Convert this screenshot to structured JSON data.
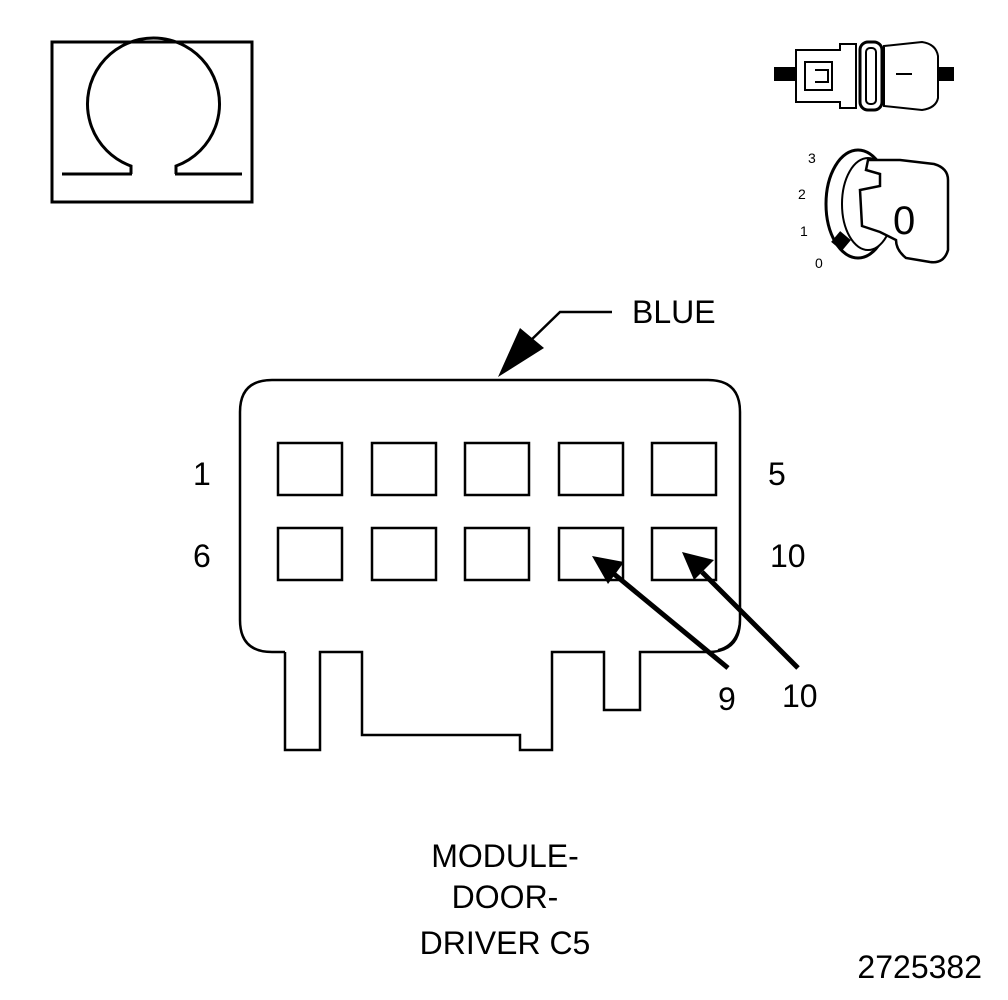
{
  "ohm_icon": {
    "icon": "ohm-icon"
  },
  "connector_icon": {
    "icon": "disconnect-connector-icon"
  },
  "ignition_switch": {
    "icon": "ignition-key-icon",
    "positions": [
      "3",
      "2",
      "1",
      "0"
    ],
    "key_label": "0"
  },
  "connector": {
    "color_label": "BLUE",
    "row_labels": {
      "top_left": "1",
      "top_right": "5",
      "bottom_left": "6",
      "bottom_right": "10"
    },
    "callouts": [
      "9",
      "10"
    ]
  },
  "caption": {
    "line1": "MODULE-",
    "line2": "DOOR-",
    "line3": "DRIVER C5"
  },
  "figure_number": "2725382"
}
